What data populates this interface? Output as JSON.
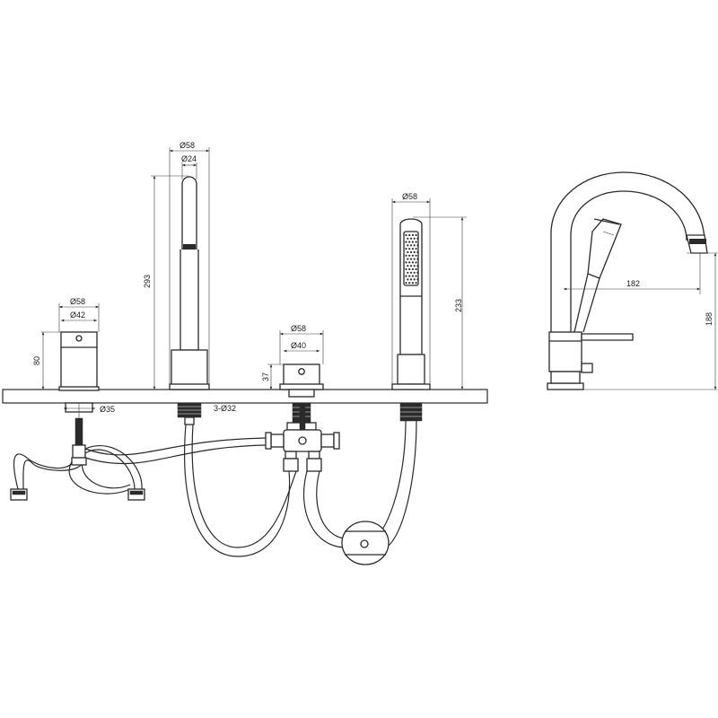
{
  "dimensions": {
    "spout_outer_dia": "Ø58",
    "spout_inner_dia": "Ø24",
    "spout_height": "293",
    "left_handle_outer_dia": "Ø58",
    "left_handle_inner_dia": "Ø42",
    "left_handle_height": "80",
    "left_hole_dia": "Ø35",
    "center_hole_dia": "3-Ø32",
    "center_handle_outer_dia": "Ø58",
    "center_handle_inner_dia": "Ø40",
    "center_handle_height": "37",
    "handshower_dia": "Ø58",
    "handshower_height": "233",
    "side_reach": "182",
    "side_height": "188"
  },
  "colors": {
    "line": "#2a2a2a",
    "background": "#ffffff"
  }
}
